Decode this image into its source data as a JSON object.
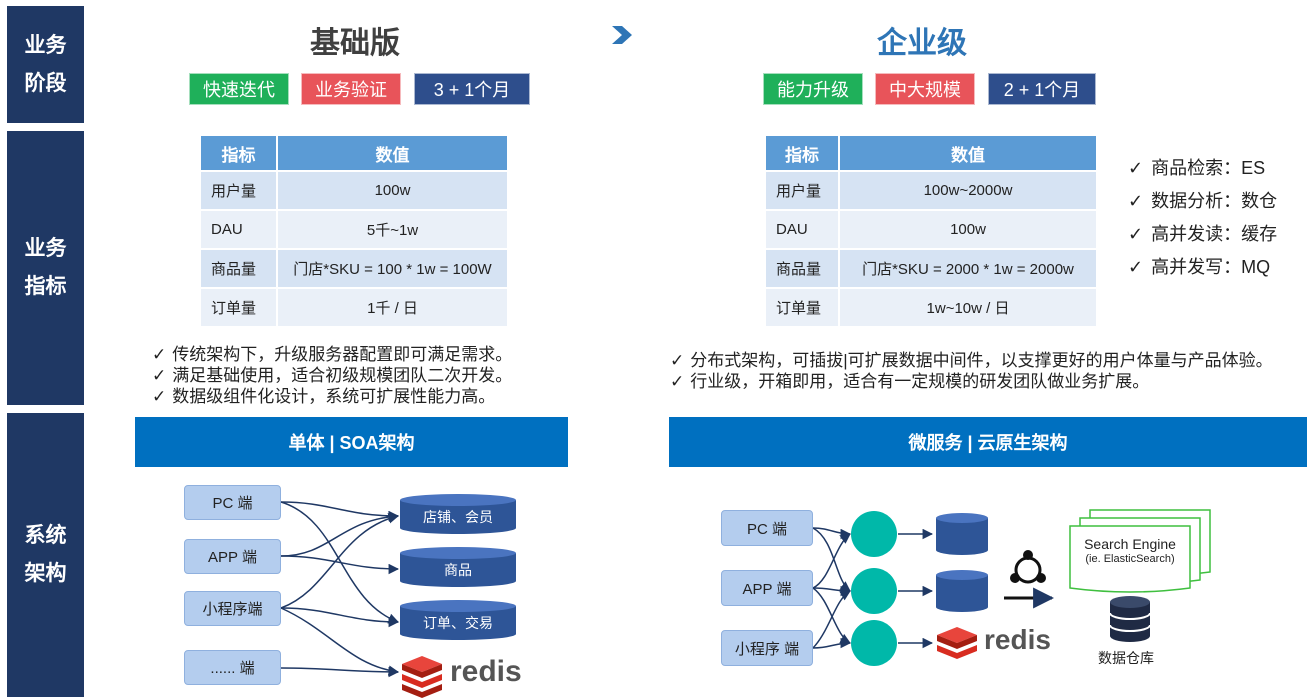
{
  "sidebar": {
    "stage": [
      "业务",
      "阶段"
    ],
    "metrics": [
      "业务",
      "指标"
    ],
    "architecture": [
      "系统",
      "架构"
    ]
  },
  "basic": {
    "title": "基础版",
    "tags": [
      "快速迭代",
      "业务验证",
      "3 + 1个月"
    ],
    "table": {
      "headers": [
        "指标",
        "数值"
      ],
      "rows": [
        [
          "用户量",
          "100w"
        ],
        [
          "DAU",
          "5千~1w"
        ],
        [
          "商品量",
          "门店*SKU = 100 * 1w = 100W"
        ],
        [
          "订单量",
          "1千 / 日"
        ]
      ]
    },
    "notes": [
      "传统架构下，升级服务器配置即可满足需求。",
      "满足基础使用，适合初级规模团队二次开发。",
      "数据级组件化设计，系统可扩展性能力高。"
    ],
    "banner": "单体 | SOA架构",
    "clients": [
      "PC 端",
      "APP 端",
      "小程序端",
      "...... 端"
    ],
    "stores": [
      "店铺、会员",
      "商品",
      "订单、交易"
    ],
    "redis": "redis"
  },
  "enterprise": {
    "title": "企业级",
    "tags": [
      "能力升级",
      "中大规模",
      "2 + 1个月"
    ],
    "table": {
      "headers": [
        "指标",
        "数值"
      ],
      "rows": [
        [
          "用户量",
          "100w~2000w"
        ],
        [
          "DAU",
          "100w"
        ],
        [
          "商品量",
          "门店*SKU = 2000 * 1w = 2000w"
        ],
        [
          "订单量",
          "1w~10w / 日"
        ]
      ]
    },
    "features": [
      "商品检索：ES",
      "数据分析：数仓",
      "高并发读：缓存",
      "高并发写：MQ"
    ],
    "notes": [
      "分布式架构，可插拔|可扩展数据中间件，以支撑更好的用户体量与产品体验。",
      "行业级，开箱即用，适合有一定规模的研发团队做业务扩展。"
    ],
    "banner": "微服务 | 云原生架构",
    "clients": [
      "PC 端",
      "APP 端",
      "小程序 端"
    ],
    "search_engine": [
      "Search Engine",
      "(ie. ElasticSearch)"
    ],
    "warehouse": "数据仓库",
    "redis": "redis"
  },
  "colors": {
    "sidebar": "#1f3864",
    "basic_title": "#404040",
    "enterprise_title": "#2e75b6",
    "green": "#1fb05a",
    "red": "#e8545a",
    "navy": "#2e4e8c",
    "table_header": "#5b9bd5",
    "banner": "#0070c0",
    "teal": "#00b8a9",
    "db": "#2e5597",
    "redis": "#d82c20"
  },
  "icons": [
    "chevron-right-icon",
    "check-icon",
    "database-icon",
    "redis-logo",
    "message-queue-icon",
    "document-stack-icon"
  ]
}
